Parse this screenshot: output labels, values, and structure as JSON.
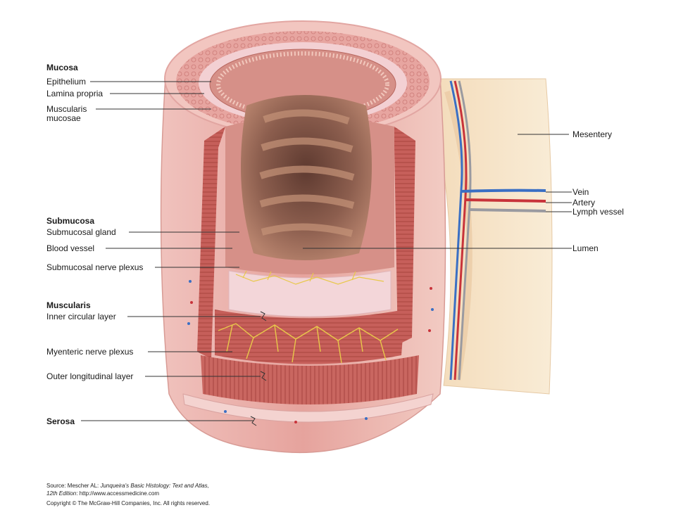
{
  "labels": {
    "mucosa": "Mucosa",
    "epithelium": "Epithelium",
    "lamina_propria": "Lamina propria",
    "muscularis_mucosae_1": "Muscularis",
    "muscularis_mucosae_2": "mucosae",
    "submucosa": "Submucosa",
    "submucosal_gland": "Submucosal gland",
    "blood_vessel": "Blood vessel",
    "submucosal_nerve_plexus": "Submucosal nerve plexus",
    "muscularis": "Muscularis",
    "inner_circular_layer": "Inner circular layer",
    "myenteric_nerve_plexus": "Myenteric nerve plexus",
    "outer_longitudinal_layer": "Outer longitudinal layer",
    "serosa": "Serosa",
    "mesentery": "Mesentery",
    "vein": "Vein",
    "artery": "Artery",
    "lymph_vessel": "Lymph vessel",
    "lumen": "Lumen"
  },
  "source": {
    "prefix": "Source: Mescher AL: ",
    "book": "Junqueira's Basic Histology: Text and Atlas,",
    "edition": "12th Edition",
    "url_part": ": http://www.accessmedicine.com",
    "copyright": "Copyright © The McGraw-Hill Companies, Inc. All rights reserved."
  },
  "colors": {
    "tissue": "#e8a3a0",
    "muscle": "#c25a55",
    "mucosa": "#d98f86",
    "submucosa": "#f3d6d9",
    "nerve": "#e8c84a",
    "mesentery": "#f6e3c4",
    "vein": "#3a6fc4",
    "artery": "#c8333a",
    "lymph": "#9a9aa0"
  }
}
